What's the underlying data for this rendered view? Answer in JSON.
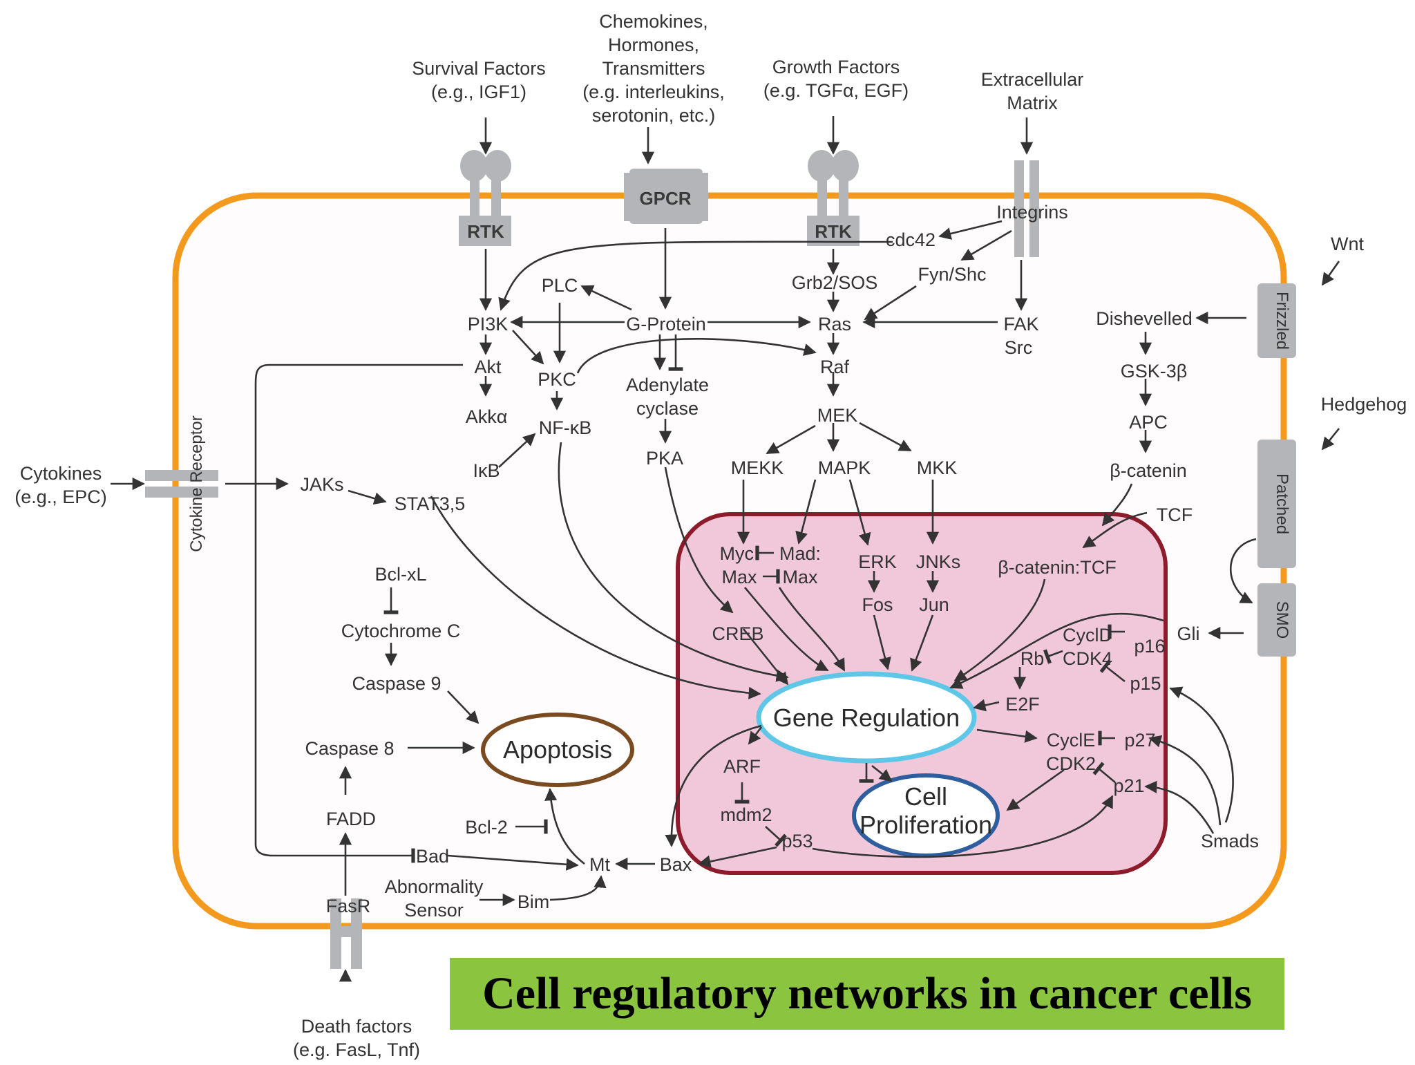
{
  "caption": "Cell regulatory networks in cancer cells",
  "colors": {
    "membrane": "#f39a1e",
    "nucleus_fill": "#f1c8da",
    "nucleus_border": "#8c1c2b",
    "gene_regulation_ring": "#5ec7e8",
    "proliferation_ring": "#2f5e9e",
    "apoptosis_ring": "#7a4a20",
    "receptor": "#b3b5b8",
    "caption_bg": "#8bc53f"
  },
  "labels": {
    "survival_factors": [
      "Survival Factors",
      "(e.g., IGF1)"
    ],
    "chemokines": [
      "Chemokines,",
      "Hormones,",
      "Transmitters",
      "(e.g. interleukins,",
      "serotonin, etc.)"
    ],
    "growth_factors": [
      "Growth Factors",
      "(e.g. TGFα, EGF)"
    ],
    "extracellular_matrix": [
      "Extracellular",
      "Matrix"
    ],
    "wnt": "Wnt",
    "hedgehog": "Hedgehog",
    "cytokines": [
      "Cytokines",
      "(e.g., EPC)"
    ],
    "death_factors": [
      "Death factors",
      "(e.g. FasL, Tnf)"
    ]
  },
  "receptors": {
    "rtk_left": "RTK",
    "gpcr": "GPCR",
    "rtk_right": "RTK",
    "integrins": "Integrins",
    "frizzled": "Frizzled",
    "patched": "Patched",
    "smo": "SMO",
    "cytokine_receptor": "Cytokine Receptor",
    "fasr": "FasR"
  },
  "nodes": {
    "cdc42": "cdc42",
    "fyn_shc": "Fyn/Shc",
    "grb2_sos": "Grb2/SOS",
    "plc": "PLC",
    "pi3k": "PI3K",
    "g_protein": "G-Protein",
    "ras": "Ras",
    "fak": "FAK",
    "src": "Src",
    "akt": "Akt",
    "pkc": "PKC",
    "adenylate_cyclase": [
      "Adenylate",
      "cyclase"
    ],
    "raf": "Raf",
    "akka": "Akkα",
    "nf_kb": "NF-κB",
    "ikb": "IκB",
    "pka": "PKA",
    "mek": "MEK",
    "mekk": "MEKK",
    "mapk": "MAPK",
    "mkk": "MKK",
    "dishevelled": "Dishevelled",
    "gsk3b": "GSK-3β",
    "apc": "APC",
    "b_catenin": "β-catenin",
    "tcf": "TCF",
    "jaks": "JAKs",
    "stat35": "STAT3,5",
    "bcl_xl": "Bcl-xL",
    "cytochrome_c": "Cytochrome C",
    "caspase9": "Caspase 9",
    "caspase8": "Caspase 8",
    "fadd": "FADD",
    "bcl2": "Bcl-2",
    "bad": "Bad",
    "mt": "Mt",
    "bax": "Bax",
    "bim": "Bim",
    "abnormality_sensor": [
      "Abnormality",
      "Sensor"
    ],
    "smads": "Smads",
    "gli": "Gli"
  },
  "nucleus_nodes": {
    "myc_max": [
      "Myc:",
      "Max"
    ],
    "mad_max": [
      "Mad:",
      "Max"
    ],
    "erk": "ERK",
    "fos": "Fos",
    "jnks": "JNKs",
    "jun": "Jun",
    "b_catenin_tcf": "β-catenin:TCF",
    "creb": "CREB",
    "cycld": "CyclD",
    "cdk4": "CDK4",
    "rb": "Rb",
    "p16": "p16",
    "p15": "p15",
    "e2f": "E2F",
    "cycle": "CyclE",
    "cdk2": "CDK2",
    "p27": "p27",
    "p21": "p21",
    "arf": "ARF",
    "mdm2": "mdm2",
    "p53": "p53"
  },
  "outcomes": {
    "gene_regulation": "Gene Regulation",
    "cell_proliferation": [
      "Cell",
      "Proliferation"
    ],
    "apoptosis": "Apoptosis"
  }
}
